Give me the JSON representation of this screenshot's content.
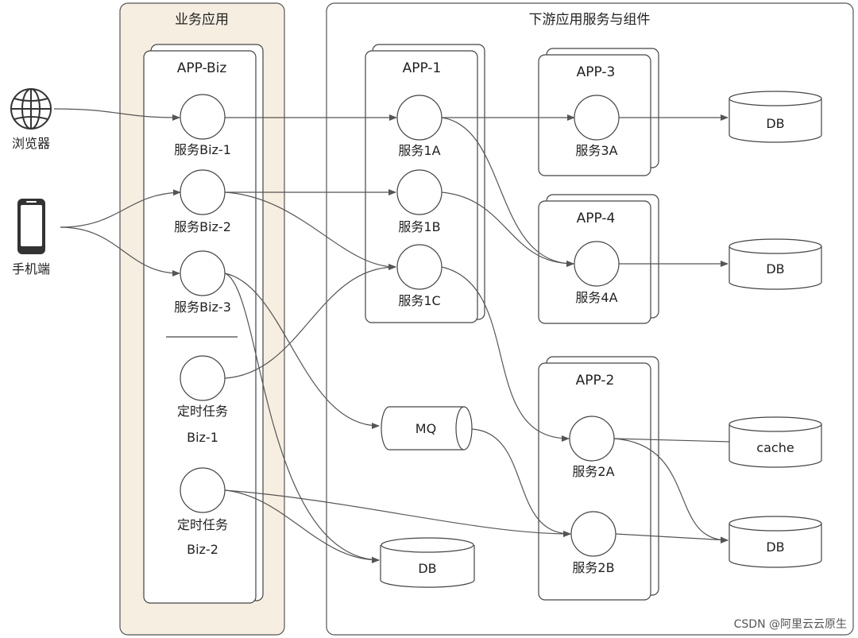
{
  "groups": {
    "business": "业务应用",
    "downstream": "下游应用服务与组件"
  },
  "clients": {
    "browser": "浏览器",
    "mobile": "手机端"
  },
  "app_biz": {
    "title": "APP-Biz",
    "svc1": "服务Biz-1",
    "svc2": "服务Biz-2",
    "svc3": "服务Biz-3",
    "task1_line1": "定时任务",
    "task1_line2": "Biz-1",
    "task2_line1": "定时任务",
    "task2_line2": "Biz-2"
  },
  "app1": {
    "title": "APP-1",
    "svc_a": "服务1A",
    "svc_b": "服务1B",
    "svc_c": "服务1C"
  },
  "app3": {
    "title": "APP-3",
    "svc": "服务3A"
  },
  "app4": {
    "title": "APP-4",
    "svc": "服务4A"
  },
  "app2": {
    "title": "APP-2",
    "svc_a": "服务2A",
    "svc_b": "服务2B"
  },
  "components": {
    "db": "DB",
    "mq": "MQ",
    "cache": "cache"
  },
  "watermark": "CSDN @阿里云云原生",
  "colors": {
    "business_fill": "#f6efe1",
    "stroke": "#444444",
    "line": "#555555"
  }
}
